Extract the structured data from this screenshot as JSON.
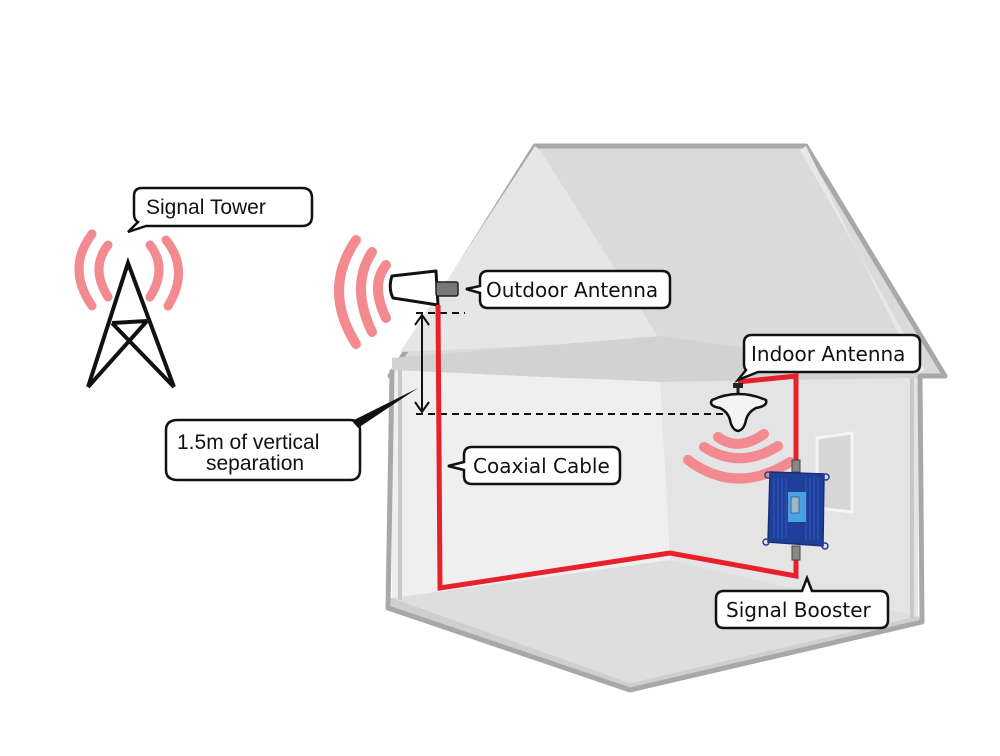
{
  "diagram": {
    "title": "Cell signal booster installation",
    "labels": {
      "signal_tower": "Signal Tower",
      "outdoor_antenna": "Outdoor Antenna",
      "indoor_antenna": "Indoor Antenna",
      "coaxial_cable": "Coaxial Cable",
      "signal_booster": "Signal Booster",
      "separation_line1": "1.5m of vertical",
      "separation_line2": "separation"
    },
    "colors": {
      "signal_wave": "#f28a90",
      "cable": "#e8202a",
      "house_outline": "#a8a8a8",
      "house_wall_light": "#efefef",
      "house_wall_mid": "#e2e2e2",
      "house_roof": "#dcdcdc",
      "booster_blue": "#1f3f99",
      "booster_screen": "#4aa3e0"
    }
  }
}
